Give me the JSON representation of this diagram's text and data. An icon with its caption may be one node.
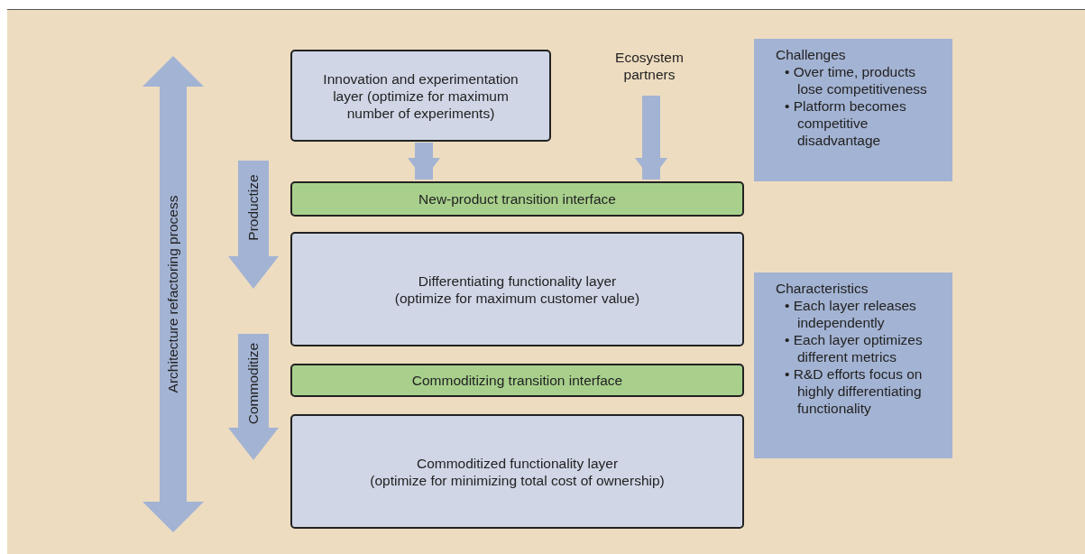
{
  "diagram": {
    "nodes": [
      {
        "text": [
          "Innovation and experimentation layer (optimize for maximum number of experiments)"
        ]
      },
      {
        "text": [
          "Ecosystem partners"
        ]
      },
      {
        "text": [
          "New-product transition interface"
        ]
      },
      {
        "text": [
          "Differentiating functionality layer",
          "(optimize for maximum customer value)"
        ]
      },
      {
        "text": [
          "Commoditizing transition interface"
        ]
      },
      {
        "text": [
          "Commoditized functionality layer",
          "(optimize for minimizing total cost of ownership)"
        ]
      },
      {
        "text": [
          "Challenges",
          "• Over time, products lose competitiveness",
          "• Platform becomes competitive disadvantage"
        ]
      },
      {
        "text": [
          "Characteristics",
          "• Each layer releases independently",
          "• Each layer optimizes different metrics",
          "• R&D efforts focus on highly differentiating functionality"
        ]
      }
    ],
    "edges": [
      {
        "from": 0,
        "to": 2,
        "arrow": "to"
      },
      {
        "from": 1,
        "to": 2,
        "arrow": "to"
      }
    ],
    "labels": [
      "Architecture refactoring process",
      "Productize",
      "Commoditize"
    ]
  }
}
